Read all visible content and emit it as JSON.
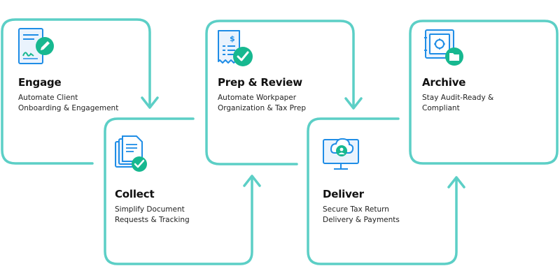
{
  "steps": [
    {
      "id": "engage",
      "title": "Engage",
      "line1": "Automate Client",
      "line2": "Onboarding & Engagement",
      "icon": "signed-document-pencil-icon"
    },
    {
      "id": "collect",
      "title": "Collect",
      "line1": "Simplify Document",
      "line2": "Requests & Tracking",
      "icon": "document-stack-check-icon"
    },
    {
      "id": "prep",
      "title": "Prep & Review",
      "line1": "Automate Workpaper",
      "line2": "Organization & Tax Prep",
      "icon": "receipt-check-icon"
    },
    {
      "id": "deliver",
      "title": "Deliver",
      "line1": "Secure Tax Return",
      "line2": "Delivery & Payments",
      "icon": "cloud-monitor-user-icon"
    },
    {
      "id": "archive",
      "title": "Archive",
      "line1": "Stay Audit-Ready &",
      "line2": "Compliant",
      "icon": "vault-folder-icon"
    }
  ],
  "colors": {
    "path": "#5ccfc6",
    "icon_blue": "#1f8de6",
    "icon_light": "#e8f2fc",
    "accent_green": "#17b890"
  }
}
